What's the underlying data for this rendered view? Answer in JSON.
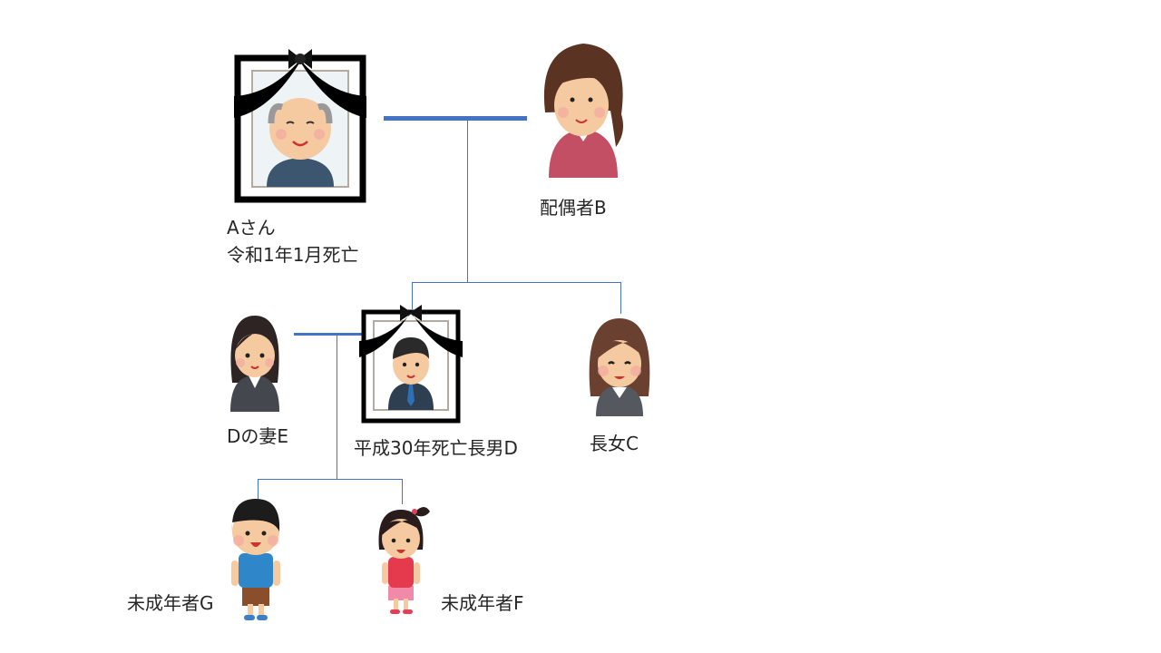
{
  "title": "相続関係図",
  "colors": {
    "line": "#4472c4",
    "frame": "#000000"
  },
  "persons": {
    "a": {
      "name": "Aさん",
      "note": "令和1年1月死亡",
      "status": "deceased"
    },
    "b": {
      "name": "配偶者B"
    },
    "c": {
      "name": "長女C"
    },
    "d": {
      "name": "平成30年死亡長男D",
      "status": "deceased"
    },
    "e": {
      "name": "Dの妻E"
    },
    "f": {
      "name": "未成年者F"
    },
    "g": {
      "name": "未成年者G"
    }
  }
}
